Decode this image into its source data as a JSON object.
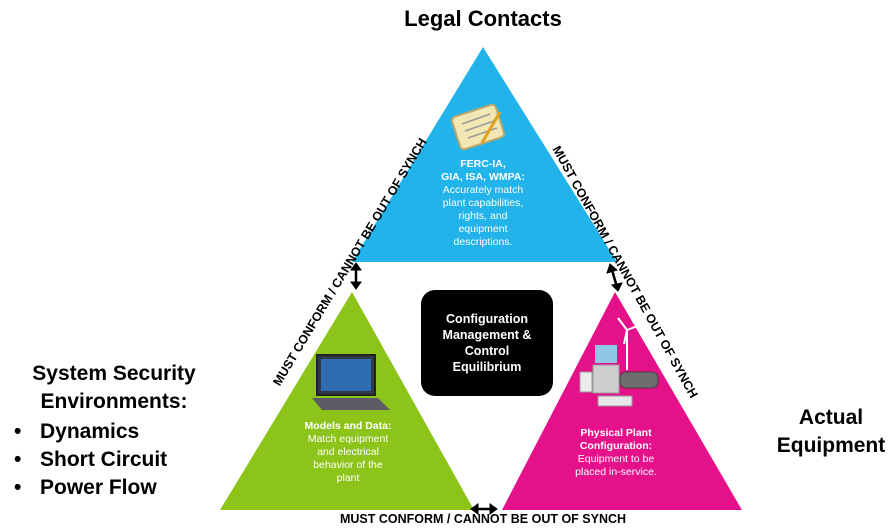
{
  "top_title": "Legal Contacts",
  "left": {
    "heading_line1": "System Security",
    "heading_line2": "Environments:",
    "items": [
      "Dynamics",
      "Short Circuit",
      "Power Flow"
    ]
  },
  "right_title_line1": "Actual",
  "right_title_line2": "Equipment",
  "top_triangle": {
    "heading_line1": "FERC-IA,",
    "heading_line2": "GIA, ISA, WMPA:",
    "body": [
      "Accurately match",
      "plant capabilities,",
      "rights, and",
      "equipment",
      "descriptions."
    ]
  },
  "left_triangle": {
    "heading": "Models and Data:",
    "body": [
      "Match equipment",
      "and electrical",
      "behavior of the",
      "plant"
    ]
  },
  "right_triangle": {
    "heading_line1": "Physical Plant",
    "heading_line2": "Configuration:",
    "body": [
      "Equipment to be",
      "placed in-service."
    ]
  },
  "center": {
    "line1": "Configuration",
    "line2": "Management &",
    "line3": "Control",
    "line4": "Equilibrium"
  },
  "edge_label": "MUST CONFORM / CANNOT BE OUT OF SYNCH",
  "colors": {
    "top": "#21b3ea",
    "left": "#8cc41a",
    "right": "#e4118a"
  }
}
